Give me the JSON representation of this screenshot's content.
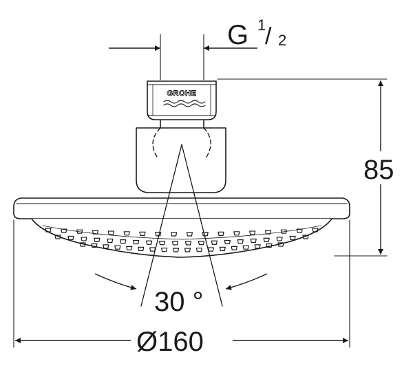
{
  "drawing": {
    "thread_label": "G",
    "thread_num": "1",
    "thread_slash": "/",
    "thread_den": "2",
    "height_label": "85",
    "angle_label": "30 °",
    "diameter_label": "Ø160",
    "logo_text": "GROHE"
  },
  "colors": {
    "line": "#1a1a1a",
    "background": "#ffffff"
  }
}
